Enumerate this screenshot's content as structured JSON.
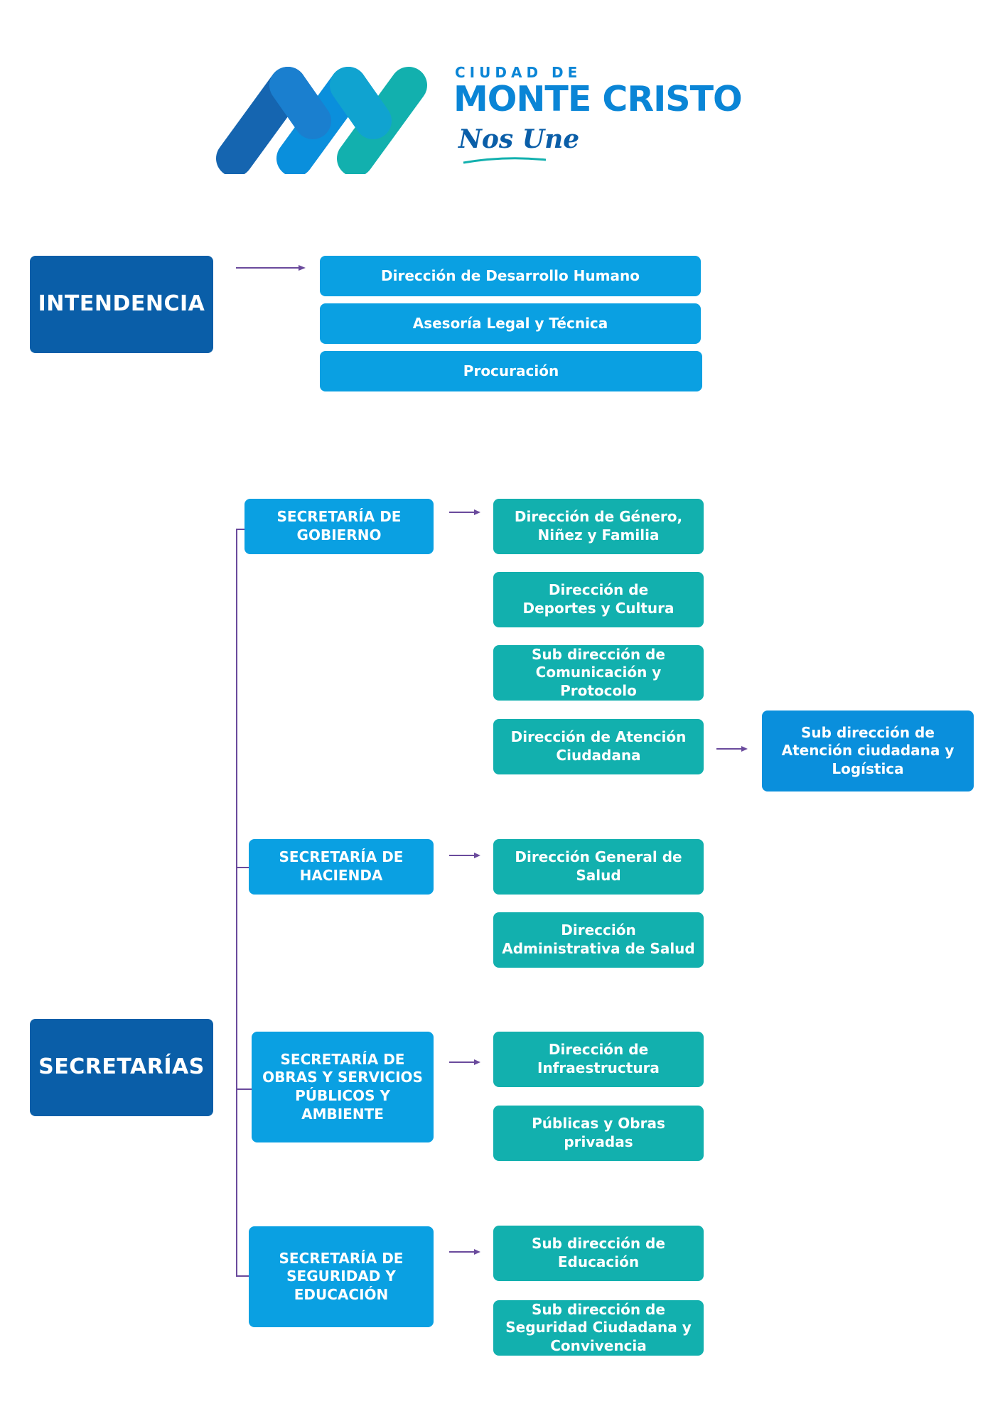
{
  "logo": {
    "small_text": "CIUDAD DE",
    "big_text": "MONTE CRISTO",
    "tagline": "Nos Une",
    "colors": {
      "dark": "#1565b0",
      "mid": "#0aa0e2",
      "teal": "#12b0ae"
    }
  },
  "intendencia": {
    "title": "INTENDENCIA",
    "items": [
      "Dirección de Desarrollo Humano",
      "Asesoría Legal y Técnica",
      "Procuración"
    ]
  },
  "secretarias": {
    "title": "SECRETARÍAS",
    "groups": [
      {
        "name": "SECRETARÍA DE GOBIERNO",
        "items": [
          "Dirección de Género, Niñez y Familia",
          "Dirección de Deportes y Cultura",
          "Sub dirección de Comunicación y Protocolo",
          "Dirección de Atención Ciudadana"
        ],
        "sub": "Sub dirección de Atención ciudadana y Logística"
      },
      {
        "name": "SECRETARÍA DE HACIENDA",
        "items": [
          "Dirección General de Salud",
          "Dirección Administrativa de Salud"
        ]
      },
      {
        "name": "SECRETARÍA DE OBRAS Y SERVICIOS PÚBLICOS Y AMBIENTE",
        "items": [
          "Dirección de Infraestructura",
          "Públicas y Obras privadas"
        ]
      },
      {
        "name": "SECRETARÍA DE SEGURIDAD Y EDUCACIÓN",
        "items": [
          "Sub dirección de Educación",
          "Sub dirección de Seguridad Ciudadana y Convivencia"
        ]
      }
    ]
  },
  "colors": {
    "dark_box": "#0a5ea8",
    "light_box": "#0aa0e2",
    "teal_box": "#12b0ae",
    "connector": "#6a4a9c"
  }
}
